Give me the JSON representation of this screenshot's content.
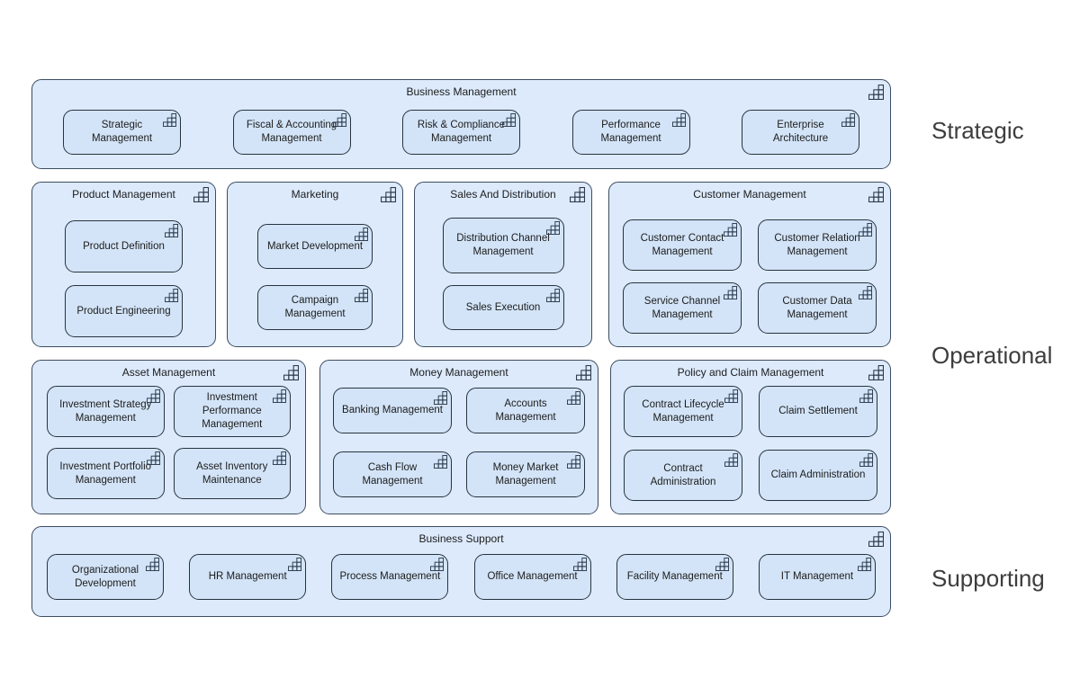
{
  "colors": {
    "canvas": "#ffffff",
    "group_fill": "#dceafc",
    "box_fill": "#d3e4f8",
    "group_border": "#3d4d61",
    "box_border": "#28333f",
    "text": "#1c1c1c",
    "layer_label": "#3d3d3d"
  },
  "layers": {
    "strategic": "Strategic",
    "operational": "Operational",
    "supporting": "Supporting"
  },
  "groups": [
    {
      "title": "Business Management",
      "items": [
        "Strategic Management",
        "Fiscal & Accounting Management",
        "Risk & Compliance Management",
        "Performance Management",
        "Enterprise Architecture"
      ]
    },
    {
      "title": "Product Management",
      "items": [
        "Product Definition",
        "Product Engineering"
      ]
    },
    {
      "title": "Marketing",
      "items": [
        "Market Development",
        "Campaign Management"
      ]
    },
    {
      "title": "Sales And Distribution",
      "items": [
        "Distribution Channel Management",
        "Sales Execution"
      ]
    },
    {
      "title": "Customer Management",
      "items": [
        "Customer Contact Management",
        "Customer Relation Management",
        "Service Channel Management",
        "Customer Data Management"
      ]
    },
    {
      "title": "Asset Management",
      "items": [
        "Investment Strategy Management",
        "Investment Performance Management",
        "Investment Portfolio Management",
        "Asset Inventory Maintenance"
      ]
    },
    {
      "title": "Money Management",
      "items": [
        "Banking Management",
        "Accounts Management",
        "Cash Flow Management",
        "Money Market Management"
      ]
    },
    {
      "title": "Policy and Claim Management",
      "items": [
        "Contract Lifecycle Management",
        "Claim Settlement",
        "Contract Administration",
        "Claim Administration"
      ]
    },
    {
      "title": "Business Support",
      "items": [
        "Organizational Development",
        "HR Management",
        "Process Management",
        "Office Management",
        "Facility Management",
        "IT Management"
      ]
    }
  ]
}
